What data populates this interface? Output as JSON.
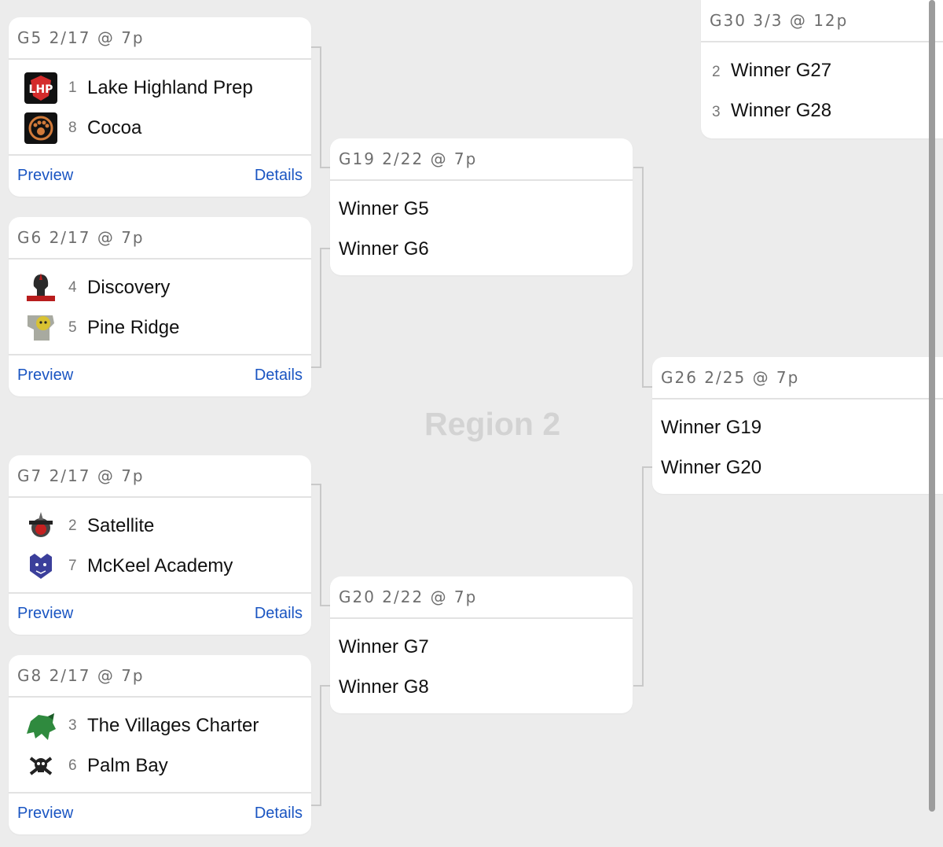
{
  "region_label": "Region 2",
  "games": {
    "g5": {
      "header": "G5 2/17 @ 7p",
      "teams": [
        {
          "seed": "1",
          "name": "Lake Highland Prep",
          "logo": "lake-highland-logo"
        },
        {
          "seed": "8",
          "name": "Cocoa",
          "logo": "cocoa-paw-logo"
        }
      ],
      "preview": "Preview",
      "details": "Details"
    },
    "g6": {
      "header": "G6 2/17 @ 7p",
      "teams": [
        {
          "seed": "4",
          "name": "Discovery",
          "logo": "discovery-spartan-logo"
        },
        {
          "seed": "5",
          "name": "Pine Ridge",
          "logo": "pine-ridge-panther-logo"
        }
      ],
      "preview": "Preview",
      "details": "Details"
    },
    "g7": {
      "header": "G7 2/17 @ 7p",
      "teams": [
        {
          "seed": "2",
          "name": "Satellite",
          "logo": "satellite-logo"
        },
        {
          "seed": "7",
          "name": "McKeel Academy",
          "logo": "mckeel-wildcat-logo"
        }
      ],
      "preview": "Preview",
      "details": "Details"
    },
    "g8": {
      "header": "G8 2/17 @ 7p",
      "teams": [
        {
          "seed": "3",
          "name": "The Villages Charter",
          "logo": "villages-buffalo-logo"
        },
        {
          "seed": "6",
          "name": "Palm Bay",
          "logo": "palm-bay-skull-logo"
        }
      ],
      "preview": "Preview",
      "details": "Details"
    },
    "g19": {
      "header": "G19 2/22 @ 7p",
      "rows": [
        "Winner G5",
        "Winner G6"
      ]
    },
    "g20": {
      "header": "G20 2/22 @ 7p",
      "rows": [
        "Winner G7",
        "Winner G8"
      ]
    },
    "g26": {
      "header": "G26 2/25 @ 7p",
      "rows": [
        "Winner G19",
        "Winner G20"
      ]
    },
    "g30": {
      "header": "G30 3/3 @ 12p",
      "rows": [
        {
          "seed": "2",
          "name": "Winner G27"
        },
        {
          "seed": "3",
          "name": "Winner G28"
        }
      ]
    }
  }
}
